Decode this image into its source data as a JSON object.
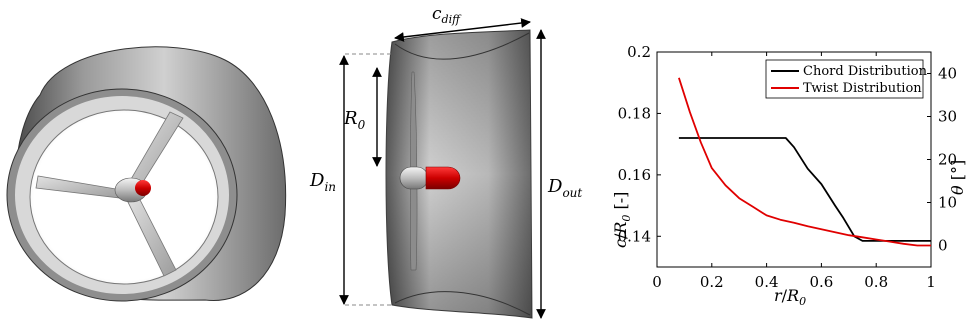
{
  "rotor_view": {
    "blade_count": 3,
    "hub_tip_color": "#d10000"
  },
  "dimension_labels": {
    "c_diff_base": "c",
    "c_diff_sub": "diff",
    "R0_base": "R",
    "R0_sub": "0",
    "Din_base": "D",
    "Din_sub": "in",
    "Dout_base": "D",
    "Dout_sub": "out"
  },
  "chart_data": {
    "type": "line",
    "xlabel": "r/R_0",
    "ylabel_left": "c/R_0 [-]",
    "ylabel_right": "θ [°]",
    "xlim": [
      0,
      1
    ],
    "ylim_left": [
      0.13,
      0.2
    ],
    "ylim_right": [
      -5,
      45
    ],
    "x_ticks": [
      0,
      0.2,
      0.4,
      0.6,
      0.8,
      1
    ],
    "x_tick_labels": [
      "0",
      "0.2",
      "0.4",
      "0.6",
      "0.8",
      "1"
    ],
    "y_left_ticks": [
      0.14,
      0.16,
      0.18,
      0.2
    ],
    "y_left_tick_labels": [
      "0.14",
      "0.16",
      "0.18",
      "0.2"
    ],
    "y_right_ticks": [
      0,
      10,
      20,
      30,
      40
    ],
    "y_right_tick_labels": [
      "0",
      "10",
      "20",
      "30",
      "40"
    ],
    "legend": [
      "Chord Distribution",
      "Twist Distribution"
    ],
    "legend_position": "top-right",
    "grid": false,
    "series": [
      {
        "name": "Chord Distribution",
        "axis": "left",
        "color": "#000000",
        "x": [
          0.08,
          0.2,
          0.3,
          0.4,
          0.47,
          0.5,
          0.55,
          0.6,
          0.65,
          0.68,
          0.72,
          0.75,
          0.8,
          0.9,
          1.0
        ],
        "y": [
          0.172,
          0.172,
          0.172,
          0.172,
          0.172,
          0.169,
          0.162,
          0.157,
          0.15,
          0.146,
          0.14,
          0.1385,
          0.1385,
          0.1385,
          0.1385
        ]
      },
      {
        "name": "Twist Distribution",
        "axis": "right",
        "color": "#e00000",
        "x": [
          0.08,
          0.12,
          0.16,
          0.2,
          0.25,
          0.3,
          0.35,
          0.4,
          0.45,
          0.5,
          0.55,
          0.6,
          0.65,
          0.7,
          0.75,
          0.8,
          0.85,
          0.9,
          0.95,
          1.0
        ],
        "y": [
          39,
          31,
          24,
          18,
          14,
          11,
          9,
          7,
          6,
          5.3,
          4.5,
          3.8,
          3.1,
          2.4,
          1.9,
          1.4,
          0.9,
          0.4,
          0.0,
          0.0
        ]
      }
    ]
  }
}
